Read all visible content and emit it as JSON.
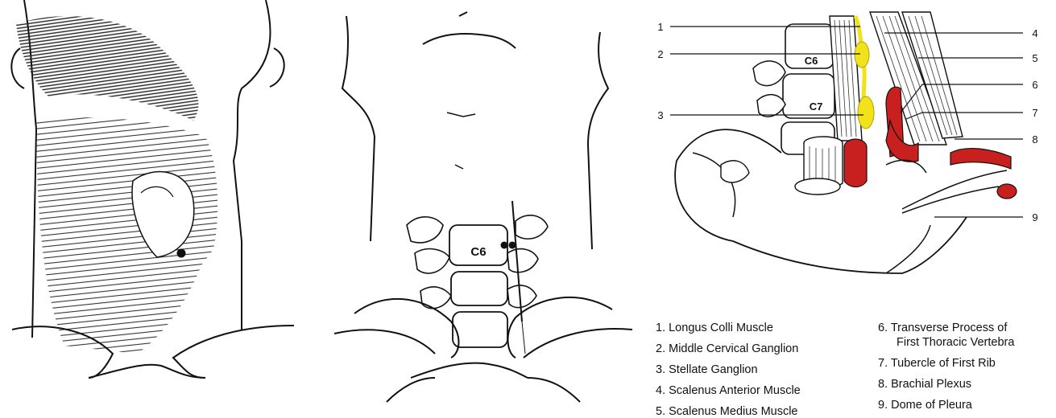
{
  "panel_middle": {
    "vertebra_label": "C6"
  },
  "panel_right": {
    "vertebra_labels": [
      "C6",
      "C7"
    ],
    "callout_numbers": [
      "1",
      "2",
      "3",
      "4",
      "5",
      "6",
      "7",
      "8",
      "9"
    ]
  },
  "legend": {
    "items": [
      "1. Longus Colli Muscle",
      "2. Middle Cervical Ganglion",
      "3. Stellate Ganglion",
      "4. Scalenus Anterior Muscle",
      "5. Scalenus Medius Muscle",
      "6. Transverse Process of",
      "First Thoracic Vertebra",
      "7. Tubercle of First Rib",
      "8. Brachial Plexus",
      "9. Dome of Pleura"
    ]
  },
  "colors": {
    "ganglion": "#f2e21a",
    "artery": "#c8201e",
    "ink": "#111111"
  }
}
